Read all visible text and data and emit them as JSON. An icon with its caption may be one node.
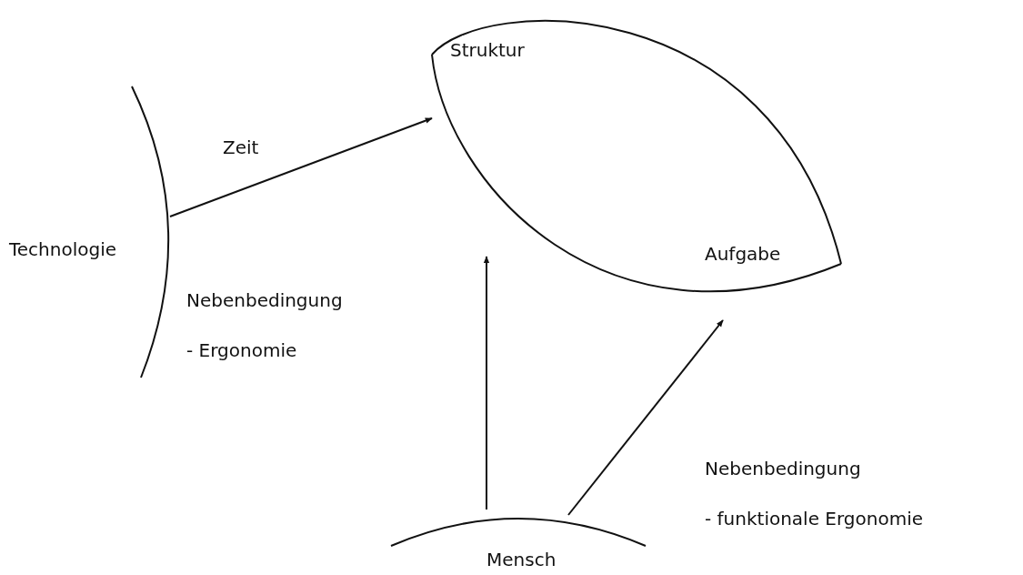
{
  "diagram": {
    "nodes": [
      {
        "text": [
          "Struktur",
          "Aufgabe"
        ]
      },
      {
        "text": [
          "Technologie"
        ]
      },
      {
        "text": [
          "Mensch"
        ]
      }
    ],
    "edges": [
      {
        "from": 1,
        "to": 0,
        "arrow": "to",
        "label": "Zeit"
      },
      {
        "from": 2,
        "to": 0,
        "arrow": "to"
      },
      {
        "from": 2,
        "to": 0,
        "arrow": "to"
      }
    ],
    "labels": [
      "Nebenbedingung",
      "- Ergonomie",
      "Nebenbedingung",
      "- funktionale Ergonomie"
    ]
  }
}
